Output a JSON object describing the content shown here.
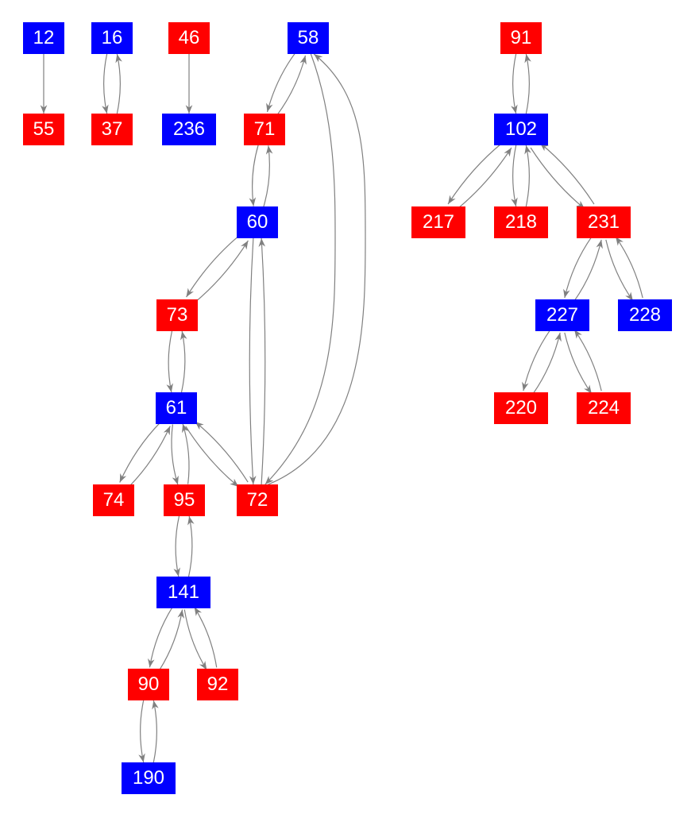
{
  "colors": {
    "red": "#ff0000",
    "blue": "#0000ff",
    "edge": "#808080"
  },
  "nodes": [
    {
      "id": "12",
      "color": "blue"
    },
    {
      "id": "16",
      "color": "blue"
    },
    {
      "id": "46",
      "color": "red"
    },
    {
      "id": "58",
      "color": "blue"
    },
    {
      "id": "91",
      "color": "red"
    },
    {
      "id": "55",
      "color": "red"
    },
    {
      "id": "37",
      "color": "red"
    },
    {
      "id": "236",
      "color": "blue"
    },
    {
      "id": "71",
      "color": "red"
    },
    {
      "id": "102",
      "color": "blue"
    },
    {
      "id": "60",
      "color": "blue"
    },
    {
      "id": "217",
      "color": "red"
    },
    {
      "id": "218",
      "color": "red"
    },
    {
      "id": "231",
      "color": "red"
    },
    {
      "id": "73",
      "color": "red"
    },
    {
      "id": "227",
      "color": "blue"
    },
    {
      "id": "228",
      "color": "blue"
    },
    {
      "id": "61",
      "color": "blue"
    },
    {
      "id": "220",
      "color": "red"
    },
    {
      "id": "224",
      "color": "red"
    },
    {
      "id": "74",
      "color": "red"
    },
    {
      "id": "95",
      "color": "red"
    },
    {
      "id": "72",
      "color": "red"
    },
    {
      "id": "141",
      "color": "blue"
    },
    {
      "id": "90",
      "color": "red"
    },
    {
      "id": "92",
      "color": "red"
    },
    {
      "id": "190",
      "color": "blue"
    }
  ],
  "edges": [
    [
      "12",
      "55"
    ],
    [
      "16",
      "37"
    ],
    [
      "37",
      "16"
    ],
    [
      "46",
      "236"
    ],
    [
      "58",
      "71"
    ],
    [
      "71",
      "58"
    ],
    [
      "71",
      "60"
    ],
    [
      "60",
      "71"
    ],
    [
      "58",
      "72"
    ],
    [
      "72",
      "58"
    ],
    [
      "60",
      "73"
    ],
    [
      "73",
      "60"
    ],
    [
      "60",
      "72"
    ],
    [
      "72",
      "60"
    ],
    [
      "73",
      "61"
    ],
    [
      "61",
      "73"
    ],
    [
      "61",
      "74"
    ],
    [
      "74",
      "61"
    ],
    [
      "61",
      "95"
    ],
    [
      "95",
      "61"
    ],
    [
      "61",
      "72"
    ],
    [
      "72",
      "61"
    ],
    [
      "95",
      "141"
    ],
    [
      "141",
      "95"
    ],
    [
      "141",
      "90"
    ],
    [
      "90",
      "141"
    ],
    [
      "141",
      "92"
    ],
    [
      "92",
      "141"
    ],
    [
      "90",
      "190"
    ],
    [
      "190",
      "90"
    ],
    [
      "91",
      "102"
    ],
    [
      "102",
      "91"
    ],
    [
      "102",
      "217"
    ],
    [
      "217",
      "102"
    ],
    [
      "102",
      "218"
    ],
    [
      "218",
      "102"
    ],
    [
      "102",
      "231"
    ],
    [
      "231",
      "102"
    ],
    [
      "231",
      "227"
    ],
    [
      "227",
      "231"
    ],
    [
      "231",
      "228"
    ],
    [
      "228",
      "231"
    ],
    [
      "227",
      "220"
    ],
    [
      "220",
      "227"
    ],
    [
      "227",
      "224"
    ],
    [
      "224",
      "227"
    ]
  ]
}
